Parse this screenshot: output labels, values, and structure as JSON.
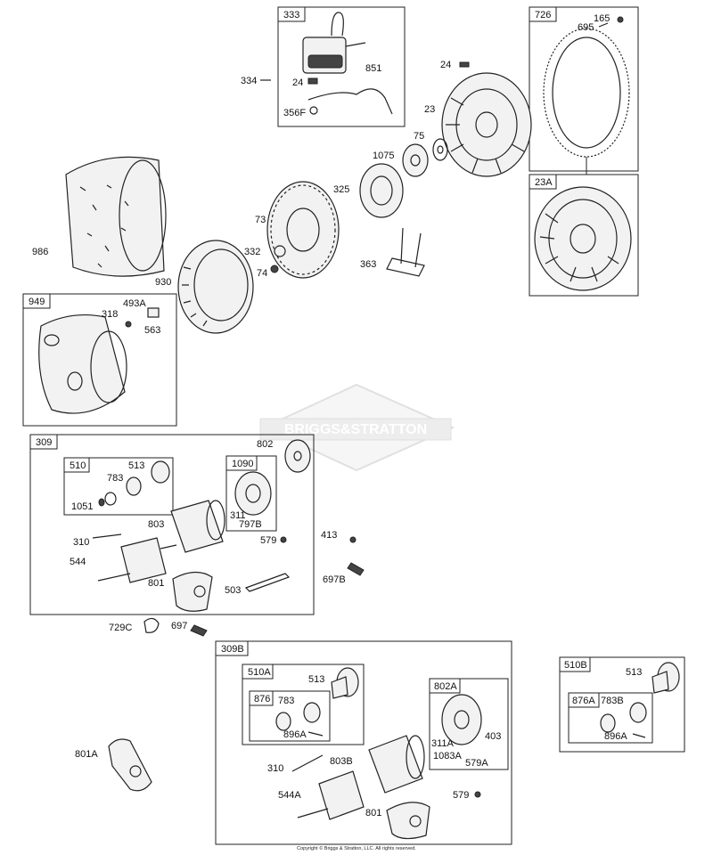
{
  "watermark": "BRIGGS&STRATTON",
  "copyright": "Copyright © Briggs & Stratton, LLC. All rights reserved.",
  "groups": {
    "g333": "333",
    "g726": "726",
    "g23a": "23A",
    "g949": "949",
    "g309": "309",
    "g510": "510",
    "g1090": "1090",
    "g309b": "309B",
    "g510a": "510A",
    "g876": "876",
    "g802a": "802A",
    "g510b": "510B",
    "g876a": "876A"
  },
  "labels": {
    "p334": "334",
    "p24a": "24",
    "p851": "851",
    "p356f": "356F",
    "p24b": "24",
    "p23": "23",
    "p165": "165",
    "p695": "695",
    "p75": "75",
    "p1075": "1075",
    "p325": "325",
    "p73": "73",
    "p986": "986",
    "p332": "332",
    "p74": "74",
    "p363": "363",
    "p930": "930",
    "p318": "318",
    "p493a": "493A",
    "p563": "563",
    "p802": "802",
    "p513a": "513",
    "p783a": "783",
    "p1051": "1051",
    "p803a": "803",
    "p311a": "311",
    "p797b": "797B",
    "p310a": "310",
    "p579a": "579",
    "p413": "413",
    "p544a": "544",
    "p697b": "697B",
    "p801a": "801",
    "p503": "503",
    "p729c": "729C",
    "p697": "697",
    "p513b": "513",
    "p783b": "783",
    "p896a": "896A",
    "p311aa": "311A",
    "p403": "403",
    "p1083a": "1083A",
    "p579A": "579A",
    "p801A": "801A",
    "p310b": "310",
    "p803b": "803B",
    "p579b": "579",
    "p544A": "544A",
    "p801b": "801",
    "p513c": "513",
    "p783B": "783B",
    "p896ab": "896A"
  }
}
